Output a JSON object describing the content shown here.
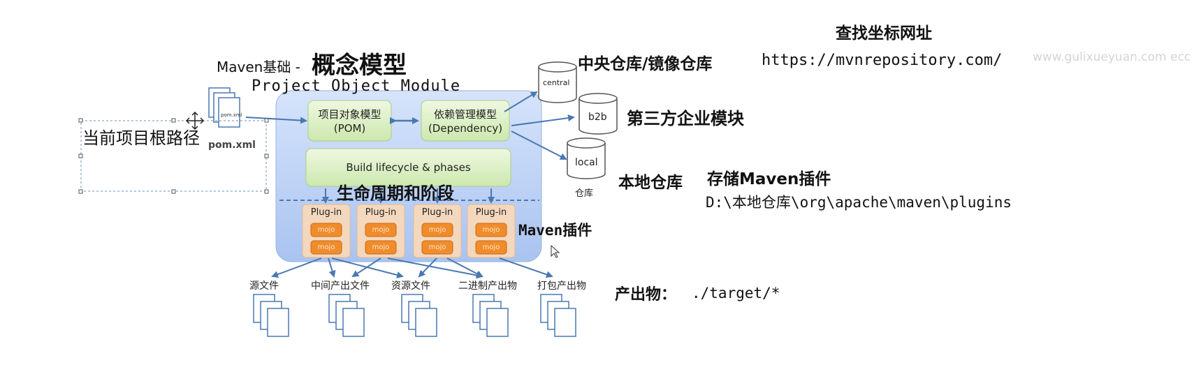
{
  "header": {
    "search_title": "查找坐标网址",
    "title_prefix": "Maven基础 - ",
    "title_main": "概念模型",
    "pom_subtitle": "Project Object Module"
  },
  "repositories": {
    "central_label": "中央仓库/镜像仓库",
    "url": "https://mvnrepository.com/",
    "third_party_label": "第三方企业模块",
    "local_label": "本地仓库",
    "store_plugins_label": "存储Maven插件",
    "plugins_path": "D:\\本地仓库\\org\\apache\\maven\\plugins",
    "db_central": "central",
    "db_b2b": "b2b",
    "db_local": "local",
    "db_local_caption": "仓库"
  },
  "core": {
    "pom_box_line1": "项目对象模型",
    "pom_box_line2": "(POM)",
    "dep_box_line1": "依赖管理模型",
    "dep_box_line2": "(Dependency)",
    "lifecycle_box": "Build lifecycle & phases",
    "lifecycle_cn": "生命周期和阶段",
    "plugins": [
      {
        "label": "Plug-in",
        "mojo1": "mojo",
        "mojo2": "mojo"
      },
      {
        "label": "Plug-in",
        "mojo1": "mojo",
        "mojo2": "mojo"
      },
      {
        "label": "Plug-in",
        "mojo1": "mojo",
        "mojo2": "mojo"
      },
      {
        "label": "Plug-in",
        "mojo1": "mojo",
        "mojo2": "mojo"
      }
    ],
    "maven_plugin_label": "Maven插件"
  },
  "files": {
    "pom_doc_label": "pom.xml",
    "pom_doc_small": "pom.xml",
    "root_label": "当前项目根路径",
    "outputs": [
      "源文件",
      "中间产出文件",
      "资源文件",
      "二进制产出物",
      "打包产出物"
    ],
    "output_label": "产出物：",
    "output_path": "./target/*"
  },
  "watermark": "www.gulixueyuan.com ecc",
  "colors": {
    "panel_blue": "#b8cff5",
    "box_green": "#dcf0c4",
    "plugin_peach": "#f4d8bd",
    "mojo_orange": "#f08c2c",
    "arrow_blue": "#4a78b0"
  }
}
